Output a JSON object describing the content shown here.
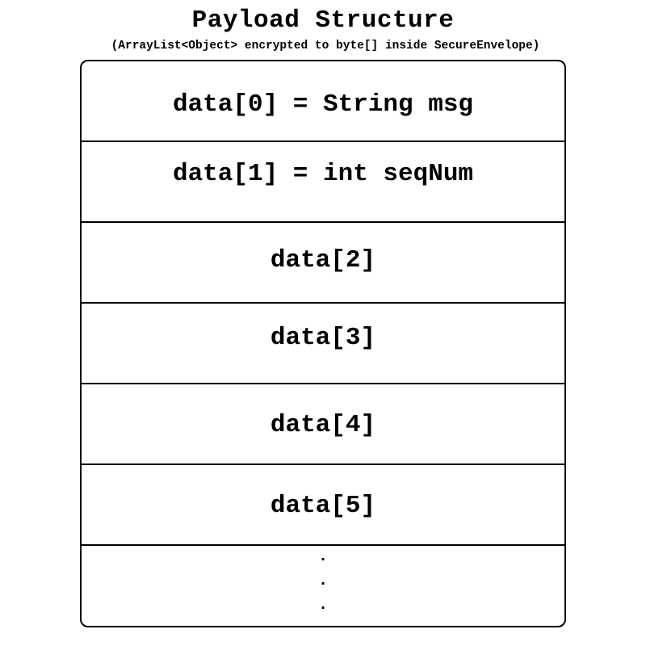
{
  "title": "Payload Structure",
  "subtitle": "(ArrayList<Object> encrypted to byte[] inside SecureEnvelope)",
  "cells": [
    "data[0] = String msg",
    "data[1] = int seqNum",
    "data[2]",
    "data[3]",
    "data[4]",
    "data[5]"
  ],
  "ellipsis": [
    ".",
    ".",
    "."
  ]
}
